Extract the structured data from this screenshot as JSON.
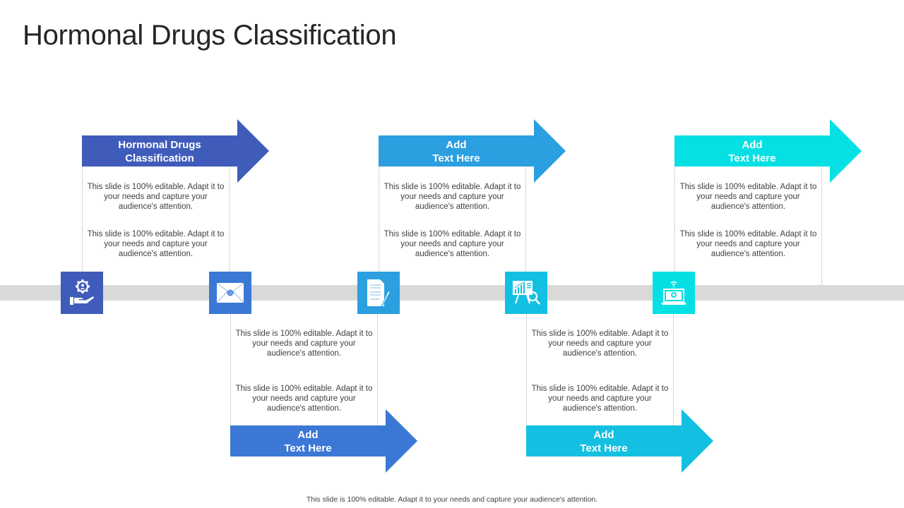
{
  "title": "Hormonal Drugs Classification",
  "footer": "This slide is 100% editable.  Adapt it to your needs and capture your audience's attention.",
  "steps": [
    {
      "heading": "Hormonal Drugs\nClassification",
      "position": "top",
      "color": "#3f5cba",
      "icon": "hand-gear-user-icon",
      "texts": [
        "This slide is 100% editable. Adapt it to your needs and capture your audience's attention.",
        "This slide is 100% editable. Adapt it to your needs and capture your audience's attention."
      ]
    },
    {
      "heading": "Add\nText Here",
      "position": "bottom",
      "color": "#3b78d6",
      "icon": "envelope-icon",
      "texts": [
        "This slide is 100% editable. Adapt it to your needs and capture your audience's attention.",
        "This slide is 100% editable. Adapt it to your needs and capture your audience's attention."
      ]
    },
    {
      "heading": "Add\nText Here",
      "position": "top",
      "color": "#2b9fe0",
      "icon": "document-pen-icon",
      "texts": [
        "This slide is 100% editable. Adapt it to your needs and capture your audience's attention.",
        "This slide is 100% editable. Adapt it to your needs and capture your audience's attention."
      ]
    },
    {
      "heading": "Add\nText Here",
      "position": "bottom",
      "color": "#14c0e2",
      "icon": "presentation-chart-magnifier-icon",
      "texts": [
        "This slide is 100% editable. Adapt it to your needs and capture your audience's attention.",
        "This slide is 100% editable. Adapt it to your needs and capture your audience's attention."
      ]
    },
    {
      "heading": "Add\nText Here",
      "position": "top",
      "color": "#05e0e4",
      "icon": "laptop-user-wifi-icon",
      "texts": [
        "This slide is 100% editable. Adapt it to your needs and capture your audience's attention.",
        "This slide is 100% editable. Adapt it to your needs and capture your audience's attention."
      ]
    }
  ]
}
